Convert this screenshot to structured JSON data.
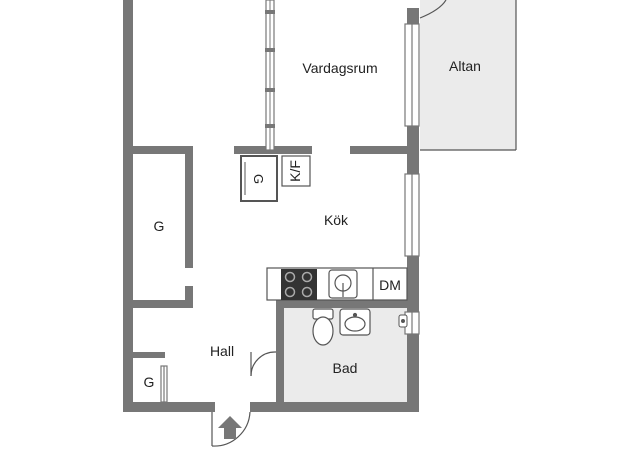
{
  "rooms": {
    "living": "Vardagsrum",
    "terrace": "Altan",
    "kitchen": "Kök",
    "hall": "Hall",
    "bath": "Bad",
    "closet_left": "G",
    "closet_kitchen": "G",
    "closet_hall": "G",
    "fridge_freezer": "K/F",
    "dishwasher": "DM"
  },
  "colors": {
    "wall": "#777777",
    "wet_room_floor": "#ebebeb",
    "terrace_floor": "#ebebeb",
    "appliance_dark": "#333333",
    "fixture_line": "#555555"
  }
}
